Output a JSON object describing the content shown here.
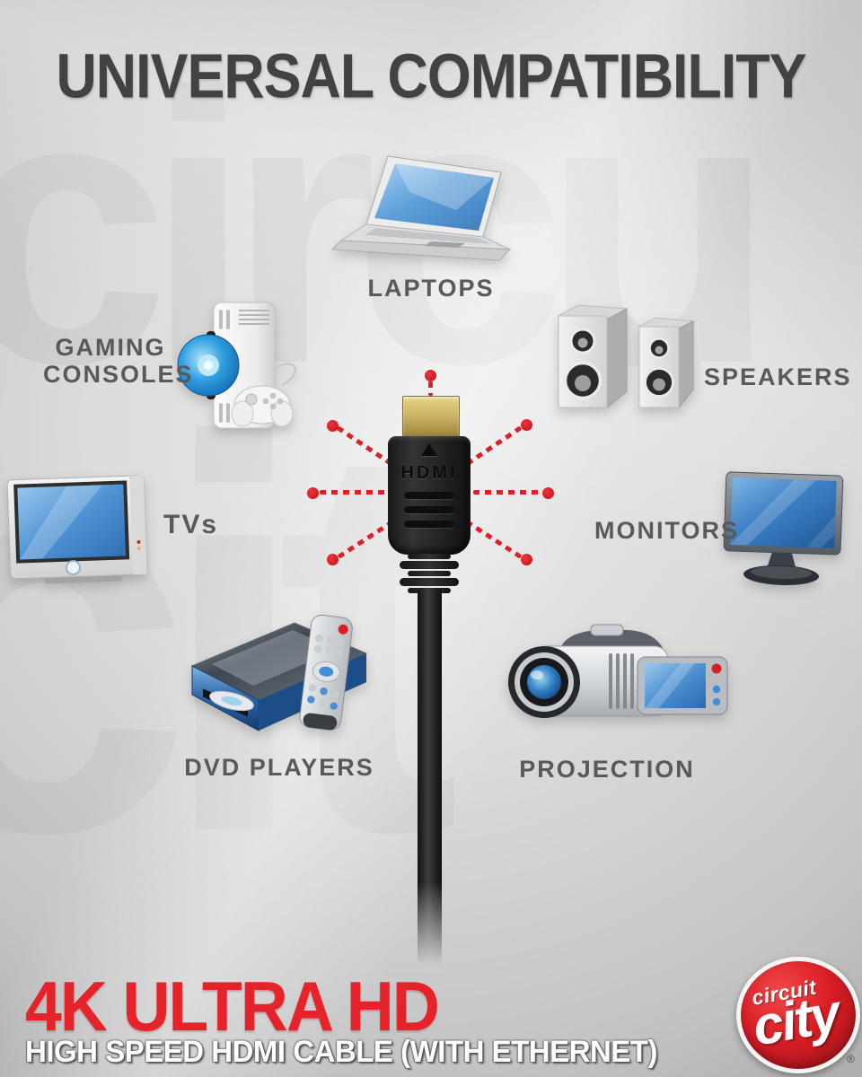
{
  "title": "UNIVERSAL COMPATIBILITY",
  "devices": {
    "laptops": {
      "label": "LAPTOPS",
      "icon": "laptop-icon"
    },
    "gaming_consoles": {
      "label_line1": "GAMING",
      "label_line2": "CONSOLES",
      "icon": "game-console-icon"
    },
    "speakers": {
      "label": "SPEAKERS",
      "icon": "speakers-icon"
    },
    "tvs": {
      "label": "TVs",
      "icon": "tv-icon"
    },
    "monitors": {
      "label": "MONITORS",
      "icon": "monitor-icon"
    },
    "dvd_players": {
      "label": "DVD PLAYERS",
      "icon": "dvd-player-icon"
    },
    "projection": {
      "label": "PROJECTION",
      "icon": "camcorder-icon"
    }
  },
  "connector": {
    "plug_text": "HDMI",
    "icon": "hdmi-plug-icon"
  },
  "footer": {
    "headline": "4K ULTRA HD",
    "subheadline": "HIGH SPEED HDMI CABLE (WITH ETHERNET)"
  },
  "logo": {
    "word1": "circuit",
    "word2": "city",
    "registered_mark": "®"
  },
  "watermark": {
    "text1": "circu",
    "text2": "cit"
  },
  "colors": {
    "accent_red": "#dd1f26",
    "headline_red": "#e5232a",
    "title_gray": "#424143",
    "label_gray": "#58595b",
    "plug_gold": "#cdb464",
    "screen_blue": "#4d94d6",
    "background_gray": "#d8d8d8"
  }
}
